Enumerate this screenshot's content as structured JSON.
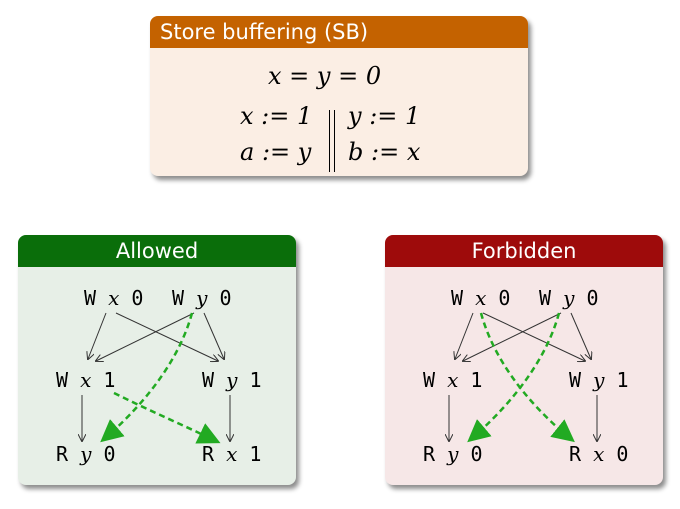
{
  "sb_block": {
    "title": "Store buffering (SB)",
    "init": "x = y = 0",
    "t1_line1": "x := 1",
    "t1_line2": "a := y",
    "t2_line1": "y := 1",
    "t2_line2": "b := x",
    "header_color": "#c46200"
  },
  "allowed": {
    "title": "Allowed",
    "header_color": "#0a6e0a",
    "dashed_edge_color": "#22aa22"
  },
  "forbidden": {
    "title": "Forbidden",
    "header_color": "#9e0b0b",
    "dashed_edge_color": "#22aa22"
  },
  "events": [
    {
      "kind": "W",
      "var": "x",
      "val": "0"
    },
    {
      "kind": "W",
      "var": "y",
      "val": "0"
    },
    {
      "kind": "W",
      "var": "x",
      "val": "1"
    },
    {
      "kind": "W",
      "var": "y",
      "val": "1"
    },
    {
      "kind": "R",
      "var": "y",
      "val": "0"
    },
    {
      "kind": "R",
      "var": "x",
      "val": "1"
    }
  ],
  "forbidden_events": [
    {
      "kind": "W",
      "var": "x",
      "val": "0"
    },
    {
      "kind": "W",
      "var": "y",
      "val": "0"
    },
    {
      "kind": "W",
      "var": "x",
      "val": "1"
    },
    {
      "kind": "W",
      "var": "y",
      "val": "1"
    },
    {
      "kind": "R",
      "var": "y",
      "val": "0"
    },
    {
      "kind": "R",
      "var": "x",
      "val": "0"
    }
  ]
}
